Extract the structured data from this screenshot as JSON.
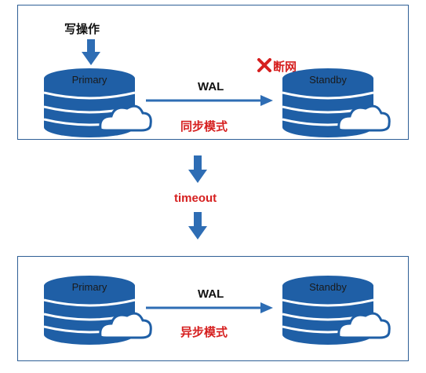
{
  "top": {
    "write_label": "写操作",
    "primary_label": "Primary",
    "standby_label": "Standby",
    "wal_label": "WAL",
    "mode_label": "同步模式",
    "disconnect_label": "断网"
  },
  "middle": {
    "timeout_label": "timeout"
  },
  "bottom": {
    "primary_label": "Primary",
    "standby_label": "Standby",
    "wal_label": "WAL",
    "mode_label": "异步模式"
  },
  "colors": {
    "db_blue": "#1f5fa6",
    "arrow_blue": "#2e6db4",
    "border_blue": "#2e5f96",
    "red": "#d62020"
  }
}
